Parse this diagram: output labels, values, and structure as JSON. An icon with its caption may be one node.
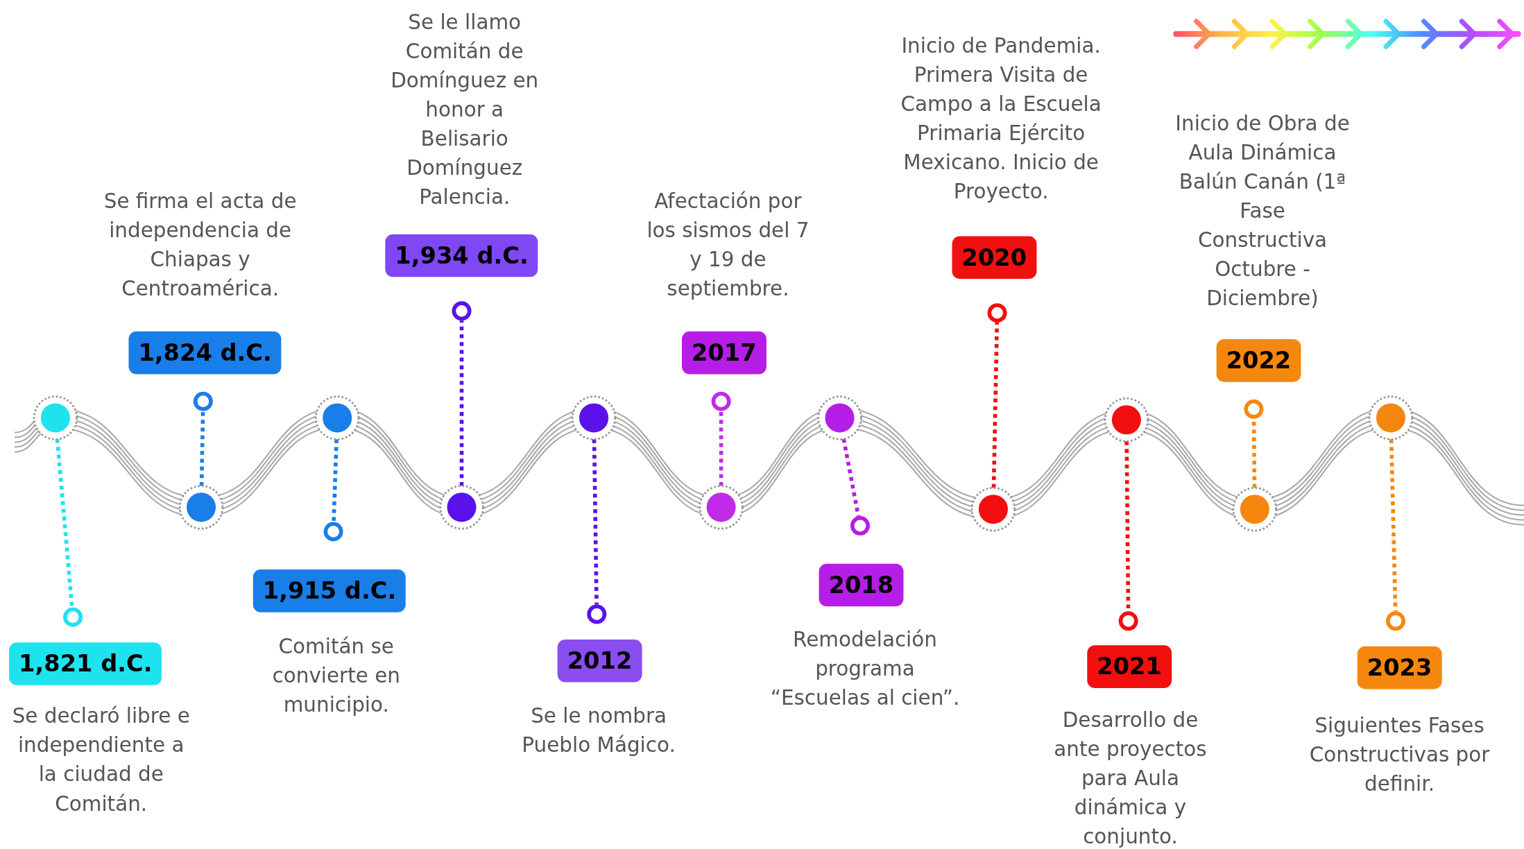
{
  "diagram": {
    "nodes": [
      {
        "text": [
          "1,821 d.C."
        ],
        "beside": [
          "Se declaró libre e independiente a la ciudad de Comitán."
        ]
      },
      {
        "text": [],
        "shape": "circle"
      },
      {
        "text": [],
        "shape": "circle"
      },
      {
        "text": [
          "1,824 d.C."
        ],
        "beside": [
          "Se firma el acta de independencia de Chiapas y Centroamérica."
        ]
      },
      {
        "text": [],
        "shape": "circle"
      },
      {
        "text": [],
        "shape": "circle"
      },
      {
        "text": [
          "1,915 d.C."
        ],
        "beside": [
          "Comitán se convierte en municipio."
        ]
      },
      {
        "text": [],
        "shape": "circle"
      },
      {
        "text": [],
        "shape": "circle"
      },
      {
        "text": [
          "1,934 d.C."
        ],
        "beside": [
          "Se le llamo Comitán de Domínguez en honor a Belisario Domínguez Palencia."
        ]
      },
      {
        "text": [],
        "shape": "circle"
      },
      {
        "text": [],
        "shape": "circle"
      },
      {
        "text": [
          "2012"
        ],
        "beside": [
          "Se le nombra Pueblo Mágico."
        ]
      },
      {
        "text": [],
        "shape": "circle"
      },
      {
        "text": [],
        "shape": "circle"
      },
      {
        "text": [
          "2017"
        ],
        "beside": [
          "Afectación por los sismos del 7 y 19 de septiembre."
        ]
      },
      {
        "text": [],
        "shape": "circle"
      },
      {
        "text": [],
        "shape": "circle"
      },
      {
        "text": [
          "2018"
        ],
        "beside": [
          "Remodelación programa “Escuelas al cien”."
        ]
      },
      {
        "text": [],
        "shape": "circle"
      },
      {
        "text": [],
        "shape": "circle"
      },
      {
        "text": [
          "2020"
        ],
        "beside": [
          "Inicio de Pandemia. Primera Visita de Campo a la Escuela Primaria Ejército Mexicano. Inicio de Proyecto."
        ]
      },
      {
        "text": [],
        "shape": "circle"
      },
      {
        "text": [],
        "shape": "circle"
      },
      {
        "text": [
          "2021"
        ],
        "beside": [
          "Desarrollo de ante proyectos para Aula dinámica y conjunto."
        ]
      },
      {
        "text": [],
        "shape": "circle"
      },
      {
        "text": [],
        "shape": "circle"
      },
      {
        "text": [
          "2022"
        ],
        "beside": [
          "Inicio de Obra de Aula Dinámica Balún Canán (1ª Fase Constructiva Octubre - Diciembre)"
        ]
      },
      {
        "text": [],
        "shape": "circle"
      },
      {
        "text": [],
        "shape": "circle"
      },
      {
        "text": [
          "2023"
        ],
        "beside": [
          "Siguientes Fases Constructivas por definir."
        ]
      },
      {
        "text": [],
        "shape": "circle"
      },
      {
        "text": [],
        "shape": "circle"
      }
    ],
    "edges": [
      {
        "from": 1,
        "to": 2,
        "arrow": "none",
        "style": "dashed",
        "color": "#1ee3ef"
      },
      {
        "from": 4,
        "to": 5,
        "arrow": "none",
        "style": "dashed",
        "color": "#1a7ee8"
      },
      {
        "from": 7,
        "to": 8,
        "arrow": "none",
        "style": "dashed",
        "color": "#1a7ee8"
      },
      {
        "from": 10,
        "to": 11,
        "arrow": "none",
        "style": "dashed",
        "color": "#5a12ea"
      },
      {
        "from": 13,
        "to": 14,
        "arrow": "none",
        "style": "dashed",
        "color": "#5a12ea"
      },
      {
        "from": 16,
        "to": 17,
        "arrow": "none",
        "style": "dashed",
        "color": "#c02be8"
      },
      {
        "from": 19,
        "to": 20,
        "arrow": "none",
        "style": "dashed",
        "color": "#b51ee6"
      },
      {
        "from": 22,
        "to": 23,
        "arrow": "none",
        "style": "dashed",
        "color": "#f20f0f"
      },
      {
        "from": 25,
        "to": 26,
        "arrow": "none",
        "style": "dashed",
        "color": "#f20f0f"
      },
      {
        "from": 28,
        "to": 29,
        "arrow": "none",
        "style": "dashed",
        "color": "#f5870f"
      },
      {
        "from": 31,
        "to": 32,
        "arrow": "none",
        "style": "dashed",
        "color": "#f5870f"
      }
    ]
  }
}
